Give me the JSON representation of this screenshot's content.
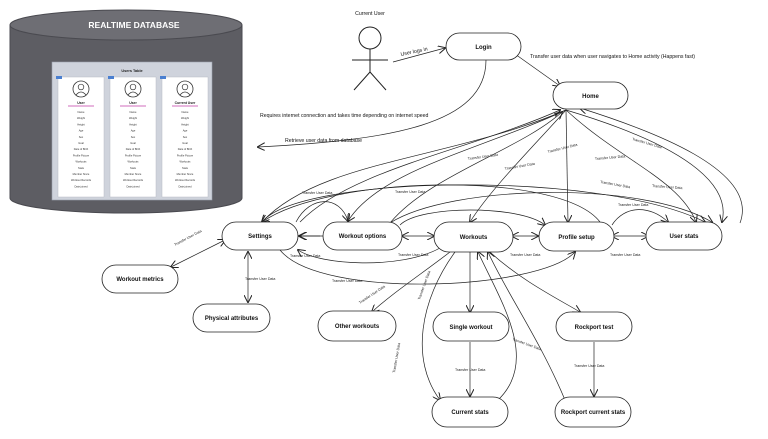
{
  "database": {
    "title": "REALTIME DATABASE",
    "table_title": "Users Table",
    "cards": [
      {
        "header": "User",
        "fields": [
          "Name",
          "Weight",
          "Height",
          "Age",
          "Sex",
          "Goal",
          "Date of Birth",
          "Profile Picture",
          "Workouts",
          "Stats",
          "Member Since",
          "Workout Records",
          "Date joined"
        ]
      },
      {
        "header": "User",
        "fields": [
          "Name",
          "Weight",
          "Height",
          "Age",
          "Sex",
          "Goal",
          "Date of Birth",
          "Profile Picture",
          "Workouts",
          "Stats",
          "Member Since",
          "Workout Records",
          "Date joined"
        ]
      },
      {
        "header": "Current User",
        "fields": [
          "Name",
          "Weight",
          "Height",
          "Age",
          "Sex",
          "Goal",
          "Date of Birth",
          "Profile Picture",
          "Workouts",
          "Stats",
          "Member Since",
          "Workout Records",
          "Date joined"
        ]
      }
    ]
  },
  "actor": {
    "label": "Current User"
  },
  "nodes": {
    "login": "Login",
    "home": "Home",
    "settings": "Settings",
    "workout_options": "Workout options",
    "workouts": "Workouts",
    "profile_setup": "Profile setup",
    "user_stats": "User stats",
    "workout_metrics": "Workout metrics",
    "physical_attributes": "Physical attributes",
    "other_workouts": "Other workouts",
    "single_workout": "Single workout",
    "rockport_test": "Rockport test",
    "current_stats": "Current stats",
    "rockport_current_stats": "Rockport current stats"
  },
  "annotations": {
    "user_logs_in": "User logs in",
    "transfer_home": "Transfer user data when user navigates to Home activity (Happens fast)",
    "requires_internet": "Requires internet connection and takes time depending on internet speed",
    "retrieve": "Retrieve user data from database"
  },
  "edge_label": "Transfer User Data"
}
